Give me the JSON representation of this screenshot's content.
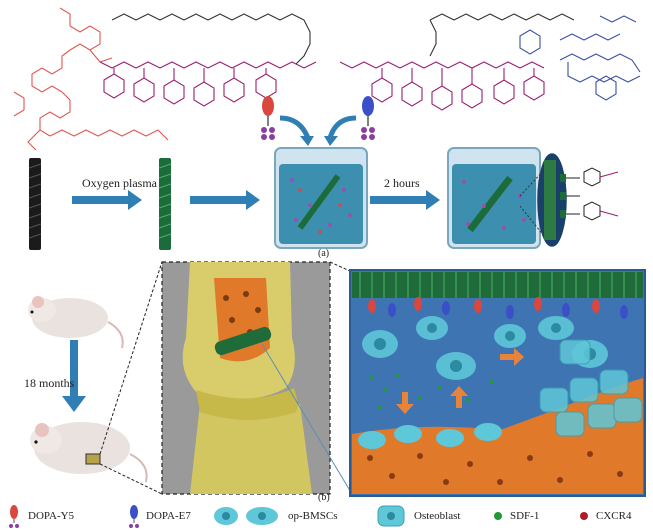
{
  "panel_a": {
    "step1_label": "Oxygen plasma",
    "step2_label": "2 hours",
    "caption": "(a)"
  },
  "panel_b": {
    "timeline_label": "18 months",
    "caption": "(b)"
  },
  "legend": [
    {
      "key": "dopa_y5",
      "label": "DOPA-Y5"
    },
    {
      "key": "dopa_e7",
      "label": "DOPA-E7"
    },
    {
      "key": "op_bmscs",
      "label": "op-BMSCs"
    },
    {
      "key": "osteoblast",
      "label": "Osteoblast"
    },
    {
      "key": "sdf1",
      "label": "SDF-1"
    },
    {
      "key": "cxcr4",
      "label": "CXCR4"
    }
  ],
  "colors": {
    "peptide_y5": "#e0554f",
    "dopa_chain": "#9a1f6e",
    "peptide_e7": "#3a4fa8",
    "linker": "#333333",
    "screw_dark": "#1b1b1b",
    "screw_green": "#1c6b3a",
    "beaker_liquid": "#3d8fb0",
    "arrow_blue": "#2f7fb5",
    "bone_yellow": "#d8cd6a",
    "marrow_orange": "#e07a2a",
    "cell_cyan": "#5ec7d8",
    "sdf_green": "#1f9a3a",
    "cxcr4_red": "#b11c2a",
    "arrow_orange": "#e8843a"
  },
  "icons": [
    "screw-icon",
    "beaker-icon",
    "mouse-icon",
    "knee-joint-icon"
  ]
}
